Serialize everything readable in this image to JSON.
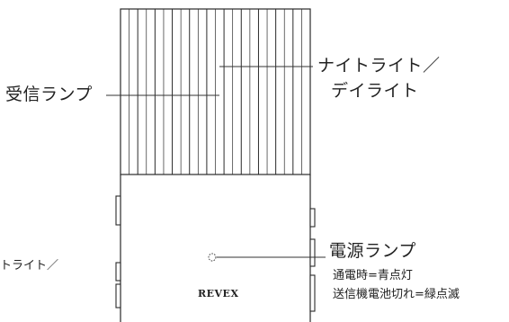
{
  "labels": {
    "receive_lamp": "受信ランプ",
    "night_light_line1": "ナイトライト／",
    "night_light_line2": "デイライト",
    "power_lamp": "電源ランプ",
    "power_on_note": "通電時=青点灯",
    "battery_low_note": "送信機電池切れ=緑点滅",
    "cropped_left_fragment": "トライト／"
  },
  "device": {
    "brand": "REVEX"
  },
  "colors": {
    "outline": "#2a2a2a",
    "leader": "#333333",
    "text": "#222222"
  }
}
